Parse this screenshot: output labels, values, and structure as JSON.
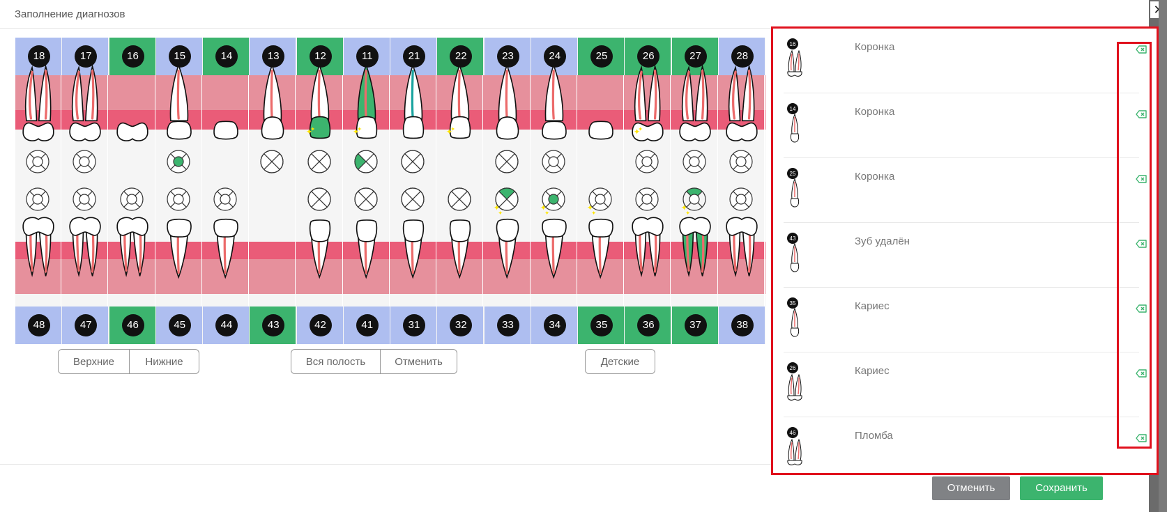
{
  "modal": {
    "title": "Заполнение диагнозов",
    "close_glyph": "✕"
  },
  "chart": {
    "upper": [
      {
        "num": "18",
        "highlight": false
      },
      {
        "num": "17",
        "highlight": false
      },
      {
        "num": "16",
        "highlight": true
      },
      {
        "num": "15",
        "highlight": false
      },
      {
        "num": "14",
        "highlight": true
      },
      {
        "num": "13",
        "highlight": false
      },
      {
        "num": "12",
        "highlight": true
      },
      {
        "num": "11",
        "highlight": false
      },
      {
        "num": "21",
        "highlight": false
      },
      {
        "num": "22",
        "highlight": true
      },
      {
        "num": "23",
        "highlight": false
      },
      {
        "num": "24",
        "highlight": false
      },
      {
        "num": "25",
        "highlight": true
      },
      {
        "num": "26",
        "highlight": true
      },
      {
        "num": "27",
        "highlight": true
      },
      {
        "num": "28",
        "highlight": false
      }
    ],
    "lower": [
      {
        "num": "48",
        "highlight": false
      },
      {
        "num": "47",
        "highlight": false
      },
      {
        "num": "46",
        "highlight": true
      },
      {
        "num": "45",
        "highlight": false
      },
      {
        "num": "44",
        "highlight": false
      },
      {
        "num": "43",
        "highlight": true
      },
      {
        "num": "42",
        "highlight": false
      },
      {
        "num": "41",
        "highlight": false
      },
      {
        "num": "31",
        "highlight": false
      },
      {
        "num": "32",
        "highlight": false
      },
      {
        "num": "33",
        "highlight": false
      },
      {
        "num": "34",
        "highlight": false
      },
      {
        "num": "35",
        "highlight": true
      },
      {
        "num": "36",
        "highlight": true
      },
      {
        "num": "37",
        "highlight": true
      },
      {
        "num": "38",
        "highlight": false
      }
    ],
    "upper_teeth": [
      {
        "type": "molar",
        "fill": "none",
        "canal": "pink",
        "spark": false,
        "present": true
      },
      {
        "type": "molar",
        "fill": "none",
        "canal": "pink",
        "spark": false,
        "present": true
      },
      {
        "type": "crown-molar",
        "fill": "none",
        "canal": "none",
        "spark": false,
        "present": true
      },
      {
        "type": "premolar",
        "fill": "none",
        "canal": "pink",
        "spark": false,
        "present": true
      },
      {
        "type": "crown-premolar",
        "fill": "none",
        "canal": "none",
        "spark": false,
        "present": true
      },
      {
        "type": "canine",
        "fill": "none",
        "canal": "pink",
        "spark": false,
        "present": true
      },
      {
        "type": "incisor",
        "fill": "green",
        "canal": "pink",
        "spark": true,
        "present": true
      },
      {
        "type": "incisor",
        "fill": "green-root",
        "canal": "pink",
        "spark": true,
        "present": true
      },
      {
        "type": "incisor",
        "fill": "none",
        "canal": "teal",
        "spark": false,
        "present": true
      },
      {
        "type": "incisor",
        "fill": "none",
        "canal": "pink",
        "spark": true,
        "present": true
      },
      {
        "type": "canine",
        "fill": "none",
        "canal": "pink",
        "spark": false,
        "present": true
      },
      {
        "type": "premolar",
        "fill": "none",
        "canal": "pink",
        "spark": false,
        "present": true
      },
      {
        "type": "crown-premolar",
        "fill": "none",
        "canal": "none",
        "spark": false,
        "present": true
      },
      {
        "type": "molar",
        "fill": "none",
        "canal": "pink",
        "spark": true,
        "present": true
      },
      {
        "type": "molar",
        "fill": "none",
        "canal": "pink",
        "spark": false,
        "present": true
      },
      {
        "type": "molar",
        "fill": "none",
        "canal": "pink",
        "spark": false,
        "present": true
      }
    ],
    "lower_teeth": [
      {
        "type": "molar",
        "fill": "none",
        "canal": "pink",
        "spark": false,
        "present": true
      },
      {
        "type": "molar",
        "fill": "none",
        "canal": "pink",
        "spark": false,
        "present": true
      },
      {
        "type": "molar",
        "fill": "none",
        "canal": "pink",
        "spark": false,
        "present": true
      },
      {
        "type": "premolar",
        "fill": "none",
        "canal": "pink",
        "spark": false,
        "present": true
      },
      {
        "type": "premolar",
        "fill": "none",
        "canal": "pink",
        "spark": false,
        "present": true
      },
      {
        "type": "none",
        "fill": "none",
        "canal": "none",
        "spark": false,
        "present": false
      },
      {
        "type": "incisor",
        "fill": "none",
        "canal": "pink",
        "spark": false,
        "present": true
      },
      {
        "type": "incisor",
        "fill": "none",
        "canal": "pink",
        "spark": false,
        "present": true
      },
      {
        "type": "incisor",
        "fill": "none",
        "canal": "pink",
        "spark": false,
        "present": true
      },
      {
        "type": "incisor",
        "fill": "none",
        "canal": "pink",
        "spark": false,
        "present": true
      },
      {
        "type": "canine",
        "fill": "none",
        "canal": "pink",
        "spark": true,
        "present": true
      },
      {
        "type": "premolar",
        "fill": "none",
        "canal": "pink",
        "spark": true,
        "present": true
      },
      {
        "type": "premolar",
        "fill": "none",
        "canal": "pink",
        "spark": true,
        "present": true
      },
      {
        "type": "molar",
        "fill": "none",
        "canal": "pink",
        "spark": false,
        "present": true
      },
      {
        "type": "molar",
        "fill": "green-root",
        "canal": "pink",
        "spark": true,
        "present": true
      },
      {
        "type": "molar",
        "fill": "none",
        "canal": "pink",
        "spark": false,
        "present": true
      }
    ],
    "upper_icons": [
      "ring",
      "ring",
      "none",
      "dot",
      "none",
      "x",
      "x",
      "x-left",
      "x",
      "none",
      "x",
      "ring",
      "none",
      "ring",
      "ring",
      "ring"
    ],
    "lower_icons": [
      "ring",
      "ring",
      "ring",
      "ring",
      "ring",
      "none",
      "x",
      "x",
      "x",
      "x",
      "x-top",
      "dot",
      "ring",
      "ring",
      "ring-top",
      "ring"
    ]
  },
  "controls": {
    "upper_label": "Верхние",
    "lower_label": "Нижние",
    "all_label": "Вся полость",
    "cancel_label": "Отменить",
    "kids_label": "Детские"
  },
  "diagnoses": [
    {
      "tooth": "16",
      "kind": "molar",
      "label": "Коронка"
    },
    {
      "tooth": "14",
      "kind": "premolar",
      "label": "Коронка"
    },
    {
      "tooth": "25",
      "kind": "premolar",
      "label": "Коронка"
    },
    {
      "tooth": "43",
      "kind": "canine",
      "label": "Зуб удалён"
    },
    {
      "tooth": "35",
      "kind": "premolar",
      "label": "Кариес"
    },
    {
      "tooth": "26",
      "kind": "molar",
      "label": "Кариес"
    },
    {
      "tooth": "46",
      "kind": "molar",
      "label": "Пломба"
    }
  ],
  "footer": {
    "cancel_label": "Отменить",
    "save_label": "Сохранить"
  },
  "colors": {
    "header_blue": "#aebef0",
    "header_green": "#3cb46e",
    "pink_light": "#e6909c",
    "pink_dark": "#ea5c78",
    "tooth_fill_green": "#3cb46e",
    "canal_pink": "#ec6b6b",
    "canal_teal": "#1aa4a0",
    "spark_yellow": "#ffe600",
    "delete_green": "#3cb46e",
    "cancel_gray": "#808285",
    "save_green": "#3cb46e",
    "highlight_red": "#e0111d"
  }
}
